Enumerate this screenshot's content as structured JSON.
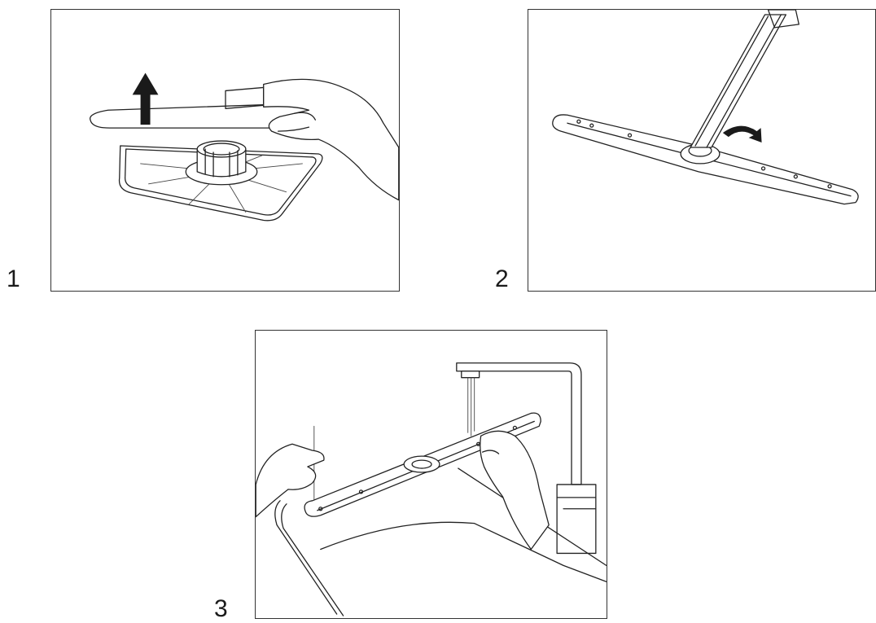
{
  "steps": [
    {
      "number": "1",
      "illustration": "lift-filter-illustration",
      "icon": "up-arrow-icon"
    },
    {
      "number": "2",
      "illustration": "unscrew-spray-arm-illustration",
      "icon": "rotate-arrow-icon"
    },
    {
      "number": "3",
      "illustration": "rinse-spray-arm-illustration",
      "icon": "faucet-icon"
    }
  ],
  "colors": {
    "line": "#222222",
    "background": "#ffffff",
    "frame": "#333333"
  }
}
